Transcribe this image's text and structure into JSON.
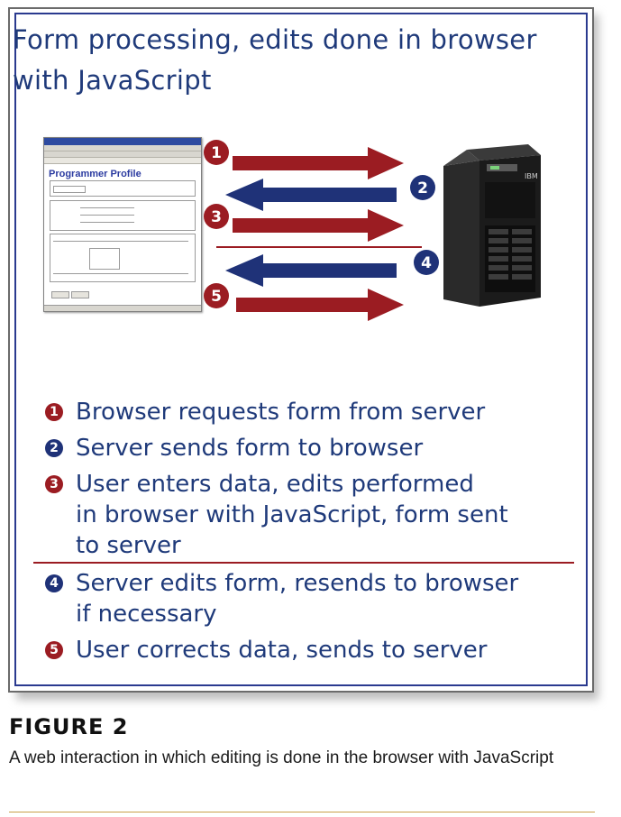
{
  "slide": {
    "title_line1": "Form processing, edits done in browser",
    "title_line2": "with JavaScript"
  },
  "browser_window": {
    "heading": "Programmer Profile"
  },
  "server": {
    "brand": "IBM"
  },
  "steps": [
    {
      "number": "1",
      "color": "#9b1c22",
      "direction": "browser-to-server"
    },
    {
      "number": "2",
      "color": "#1f3278",
      "direction": "server-to-browser"
    },
    {
      "number": "3",
      "color": "#9b1c22",
      "direction": "browser-to-server"
    },
    {
      "number": "4",
      "color": "#1f3278",
      "direction": "server-to-browser"
    },
    {
      "number": "5",
      "color": "#9b1c22",
      "direction": "browser-to-server"
    }
  ],
  "legend": [
    {
      "number": "1",
      "lines": [
        "Browser requests form from server"
      ]
    },
    {
      "number": "2",
      "lines": [
        "Server sends form to browser"
      ]
    },
    {
      "number": "3",
      "lines": [
        "User enters data, edits performed",
        "in browser with JavaScript, form sent",
        "to server"
      ]
    },
    {
      "number": "4",
      "lines": [
        "Server edits form, resends to browser",
        "if necessary"
      ]
    },
    {
      "number": "5",
      "lines": [
        "User corrects data, sends to server"
      ]
    }
  ],
  "figure": {
    "label": "FIGURE 2",
    "caption": "A web interaction in which editing is done in the browser with JavaScript"
  },
  "colors": {
    "red": "#9b1c22",
    "blue": "#1f3278",
    "title_text": "#1f3a7a",
    "frame": "#2a3a8f"
  }
}
